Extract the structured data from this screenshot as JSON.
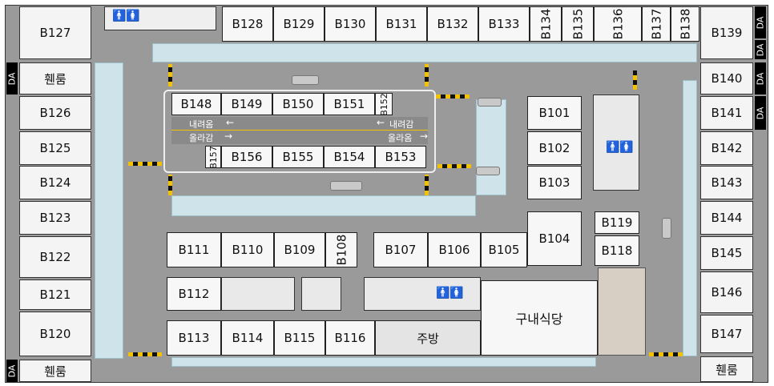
{
  "units_top": [
    "B128",
    "B129",
    "B130",
    "B131",
    "B132",
    "B133",
    "B134",
    "B135",
    "B136",
    "B137",
    "B138"
  ],
  "units_right": [
    "B139",
    "B140",
    "B141",
    "B142",
    "B143",
    "B144",
    "B145",
    "B146",
    "B147"
  ],
  "units_left": [
    "B127",
    "B126",
    "B125",
    "B124",
    "B123",
    "B122",
    "B121",
    "B120"
  ],
  "ramp_label": "휀룸",
  "da_label": "DA",
  "island_top": [
    "B148",
    "B149",
    "B150",
    "B151",
    "B152"
  ],
  "island_bottom": [
    "B157",
    "B156",
    "B155",
    "B154",
    "B153"
  ],
  "road": {
    "down_left": "내려옴",
    "down_right": "내려감",
    "up_left": "올라감",
    "up_right": "올라옴"
  },
  "units_center_right": [
    "B101",
    "B102",
    "B103",
    "B104",
    "B119",
    "B118"
  ],
  "row_middle": [
    "B111",
    "B110",
    "B109",
    "B108",
    "B107",
    "B106",
    "B105"
  ],
  "row_lower": [
    "B112"
  ],
  "row_bottom": [
    "B113",
    "B114",
    "B115",
    "B116"
  ],
  "kitchen": "주방",
  "cafeteria": "구내식당",
  "colors": {
    "floor": "#9a9a9a",
    "unit_fill": "#f7f7f7",
    "parking": "#cfe4ea",
    "hazard_yellow": "#f2c200"
  }
}
